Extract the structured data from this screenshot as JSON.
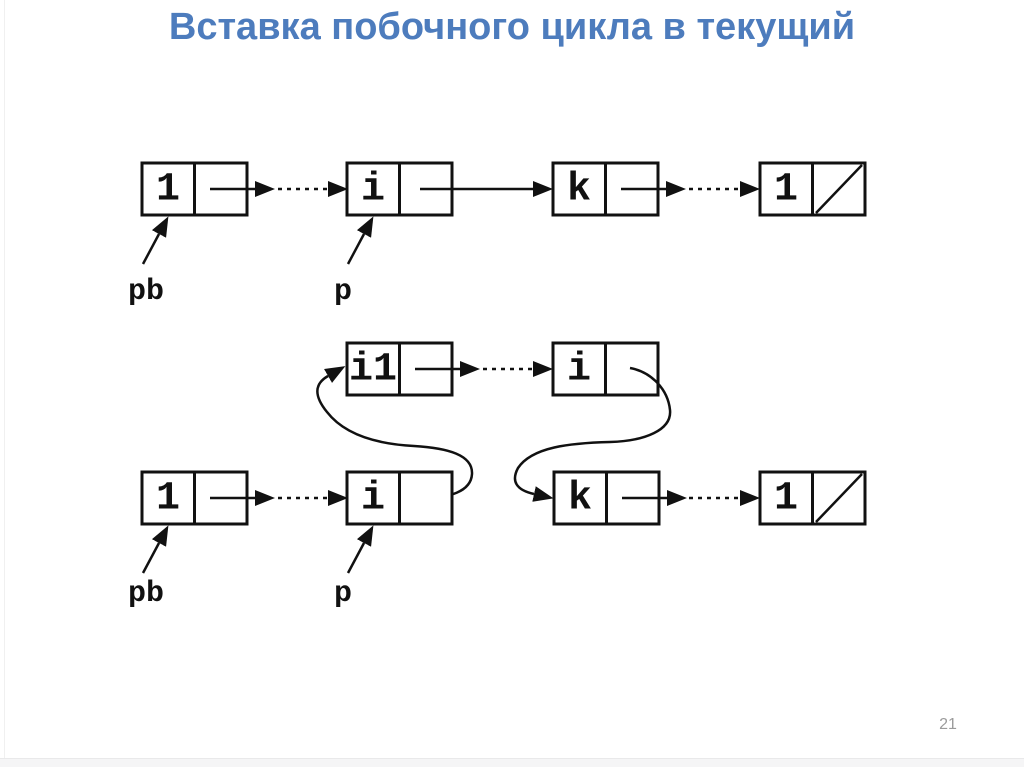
{
  "slide": {
    "title": "Вставка побочного цикла в текущий",
    "page_number": "21"
  },
  "colors": {
    "title_blue": "#4d7cbd",
    "diagram_black": "#111111",
    "page_number_gray": "#9b9b9b"
  },
  "diagram_initial": {
    "description": "singly linked list before insertion",
    "nodes": [
      {
        "value": "1",
        "link": "dotted-arrow"
      },
      {
        "value": "i",
        "link": "solid-arrow"
      },
      {
        "value": "k",
        "link": "dotted-arrow"
      },
      {
        "value": "1",
        "link": "null",
        "null_pointer": true
      }
    ],
    "labels": [
      {
        "text": "pb"
      },
      {
        "text": "p"
      }
    ]
  },
  "diagram_result": {
    "description": "list after inserting side cycle i1..i between i and k",
    "cycle_nodes": [
      {
        "value": "i1",
        "link": "dotted-arrow"
      },
      {
        "value": "i",
        "link": "curve-to-k"
      }
    ],
    "list_nodes": [
      {
        "value": "1",
        "link": "dotted-arrow"
      },
      {
        "value": "i",
        "link": "curve-to-i1"
      },
      {
        "value": "k",
        "link": "dotted-arrow"
      },
      {
        "value": "1",
        "link": "null",
        "null_pointer": true
      }
    ],
    "labels": [
      {
        "text": "pb"
      },
      {
        "text": "p"
      }
    ]
  }
}
